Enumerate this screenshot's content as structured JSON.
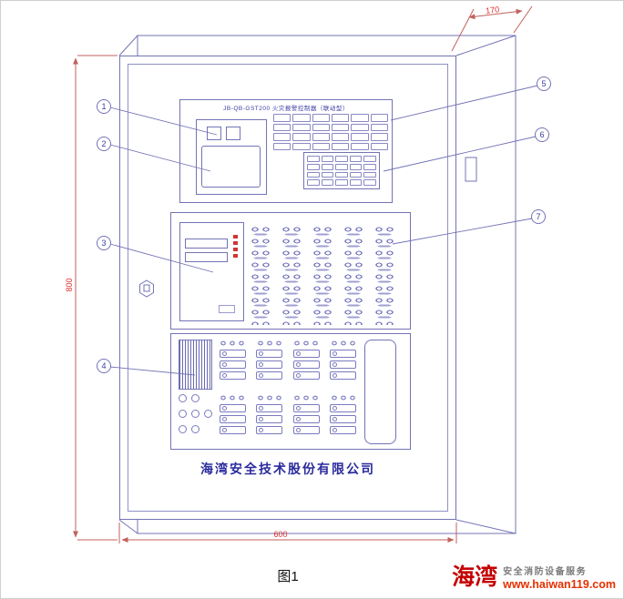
{
  "figure": {
    "caption": "图1"
  },
  "cabinet": {
    "header_title": "JB-QB-GST200 火灾报警控制器（联动型）",
    "company_name": "海湾安全技术股份有限公司"
  },
  "dimensions": {
    "depth_top": "170",
    "height_left": "800",
    "width_bottom": "600"
  },
  "callouts": [
    "1",
    "2",
    "3",
    "4",
    "5",
    "6",
    "7"
  ],
  "branding": {
    "logo": "海湾",
    "tagline": "安全消防设备服务",
    "website": "www.haiwan119.com"
  },
  "colors": {
    "drawing_line": "#7373b6",
    "dimension_line": "#c0625c",
    "dimension_label": "#e03030",
    "logo_red": "#c40000",
    "website_red": "#e53000",
    "company_blue": "#2b2b9e"
  }
}
